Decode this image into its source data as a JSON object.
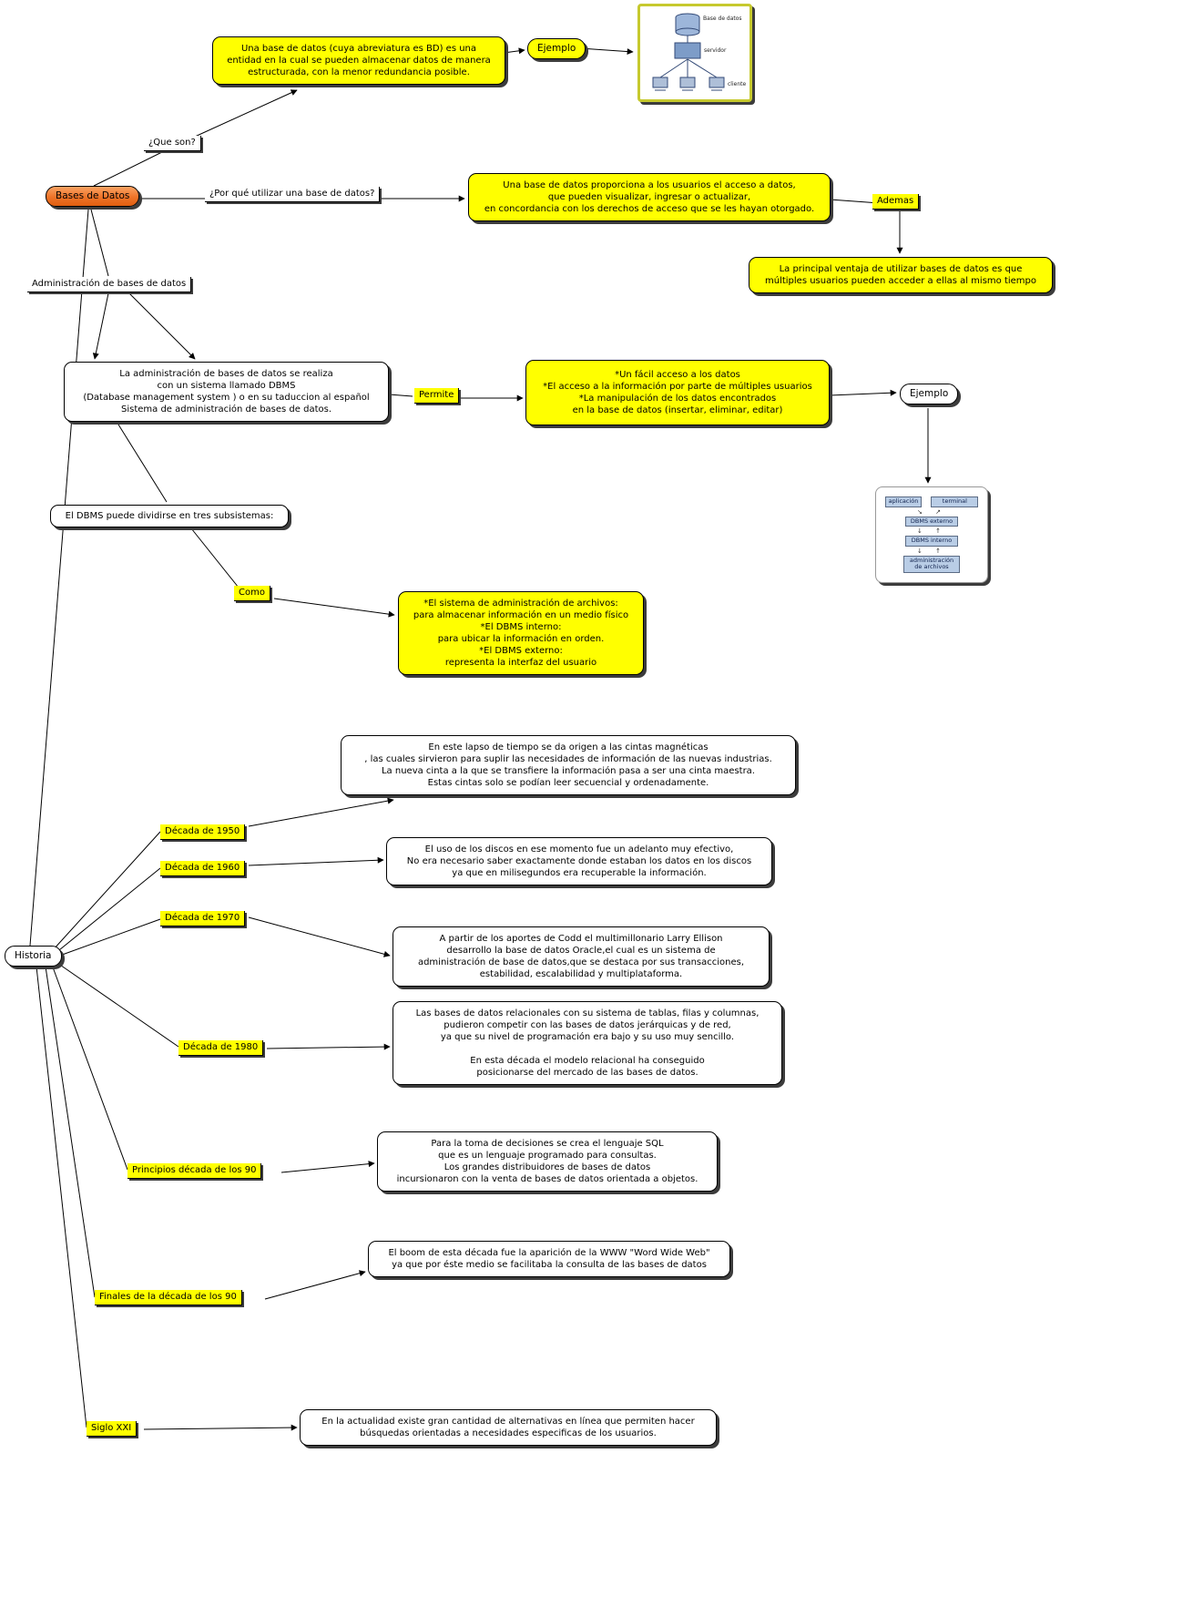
{
  "nodes": {
    "definicion": "Una base de datos (cuya abreviatura es BD) es una\nentidad en la cual se pueden almacenar datos de manera\nestructurada, con la menor redundancia posible.",
    "ejemplo_top": "Ejemplo",
    "que_son": "¿Que son?",
    "bases_de_datos": "Bases de Datos",
    "por_que": "¿Por qué utilizar una base de datos?",
    "acceso": "Una base de datos proporciona a los usuarios el acceso a datos,\nque pueden visualizar, ingresar o actualizar,\nen concordancia con los derechos de acceso que se les hayan otorgado.",
    "ademas": "Ademas",
    "ventaja": "La principal ventaja de utilizar bases de datos es que\nmúltiples usuarios pueden acceder a ellas al mismo tiempo",
    "administracion": "Administración de bases de datos",
    "dbms": "La administración de bases de datos se realiza\ncon un sistema llamado DBMS\n(Database management system ) o en su taduccion al español\nSistema de administración de bases de datos.",
    "permite": "Permite",
    "permite_detalle": "*Un fácil acceso a los datos\n*El acceso a la información por parte de múltiples usuarios\n*La manipulación de los datos encontrados\nen la base de datos (insertar, eliminar, editar)",
    "ejemplo_mid": "Ejemplo",
    "subsistemas": "El DBMS puede dividirse en tres subsistemas:",
    "como": "Como",
    "subsistemas_detalle": "*El sistema de administración de archivos:\npara almacenar información en un medio físico\n*El DBMS interno:\npara ubicar la información en orden.\n*El DBMS externo:\nrepresenta la interfaz del usuario",
    "historia": "Historia"
  },
  "historia_items": [
    {
      "label": "Década de 1950",
      "text": "En este lapso de tiempo se da origen a las cintas magnéticas\n, las cuales sirvieron para suplir las necesidades de información de las nuevas industrias.\nLa nueva cinta a la que se transfiere la información pasa a ser una cinta maestra.\nEstas cintas solo se podían leer secuencial y ordenadamente."
    },
    {
      "label": "Década de 1960",
      "text": "El uso de los discos en ese momento fue un adelanto muy efectivo,\nNo era necesario saber exactamente donde estaban los datos en los discos\nya que en milisegundos era recuperable la información."
    },
    {
      "label": "Década de 1970",
      "text": "A partir de los aportes de Codd el multimillonario Larry Ellison\ndesarrollo la base de datos Oracle,el cual es un sistema de\nadministración de base de datos,que se destaca por sus transacciones,\nestabilidad, escalabilidad y multiplataforma."
    },
    {
      "label": "Década de 1980",
      "text": "Las bases de datos relacionales con su sistema de tablas, filas y columnas,\npudieron competir con las bases de datos jerárquicas y de red,\nya que su nivel de programación era bajo y su uso muy sencillo.\n\nEn esta década el modelo relacional ha conseguido\nposicionarse del mercado de las bases de datos."
    },
    {
      "label": "Principios década de los 90",
      "text": "Para la toma de decisiones se crea el lenguaje SQL\nque es un lenguaje programado para consultas.\nLos grandes distribuidores de bases de datos\nincursionaron con la venta de bases de datos orientada a objetos."
    },
    {
      "label": "Finales de la década de los 90",
      "text": "El boom de esta década fue la aparición de la WWW \"Word Wide Web\"\nya que por éste medio se facilitaba la consulta de las bases de datos"
    },
    {
      "label": "Siglo XXI",
      "text": "En la actualidad existe gran cantidad de alternativas en línea que permiten hacer\nbúsquedas orientadas a necesidades especificas de los usuarios."
    }
  ],
  "diagram_servidor": {
    "base_de_datos": "Base de datos",
    "servidor": "servidor",
    "cliente": "cliente"
  },
  "diagram_dbms": {
    "aplicacion": "aplicación",
    "terminal": "terminal",
    "externo": "DBMS externo",
    "interno": "DBMS interno",
    "archivos": "administración\nde archivos",
    "arrows_diag": "↘ ↗",
    "arrows_vert": "↓ ↑"
  },
  "colors": {
    "highlight": "#FFFF00",
    "concept_orange": "#EE7328",
    "box_white": "#FFFFFF"
  }
}
